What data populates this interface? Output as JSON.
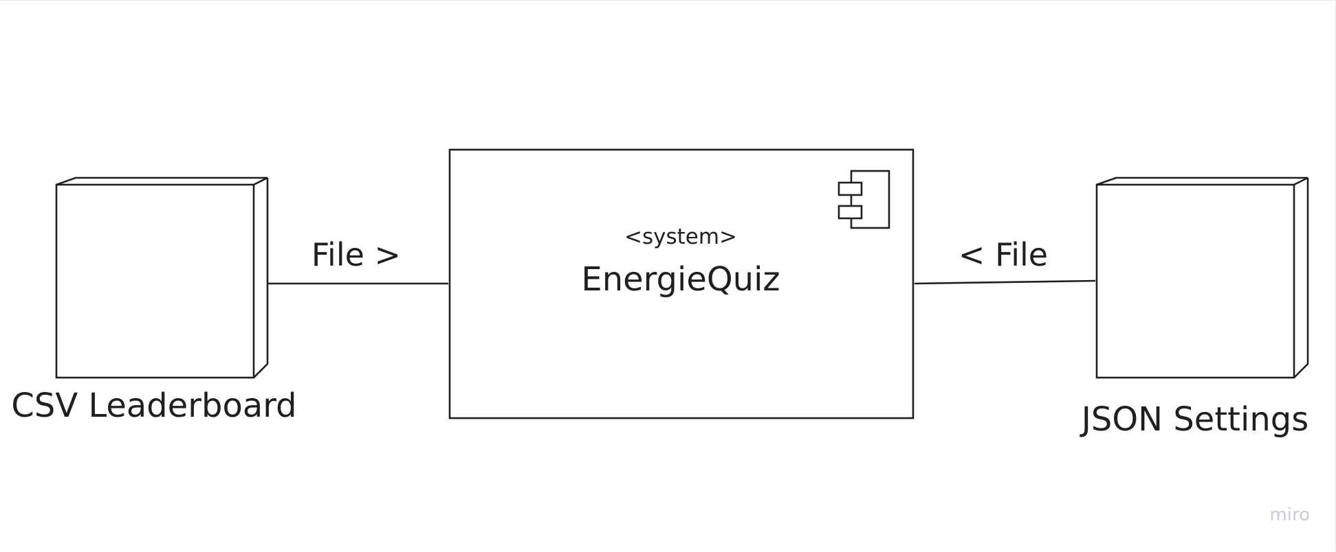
{
  "diagram": {
    "nodes": {
      "left": {
        "label": "CSV Leaderboard"
      },
      "center": {
        "stereotype": "<system>",
        "name": "EnergieQuiz",
        "icon": "component-icon"
      },
      "right": {
        "label": "JSON Settings"
      }
    },
    "connectors": {
      "left_to_center": {
        "label": "File >"
      },
      "right_to_center": {
        "label": "< File"
      }
    }
  },
  "watermark": "miro",
  "colors": {
    "stroke": "#1f1f1f",
    "text": "#1f1f1f",
    "watermark": "#c9ccd9",
    "background": "#ffffff"
  }
}
